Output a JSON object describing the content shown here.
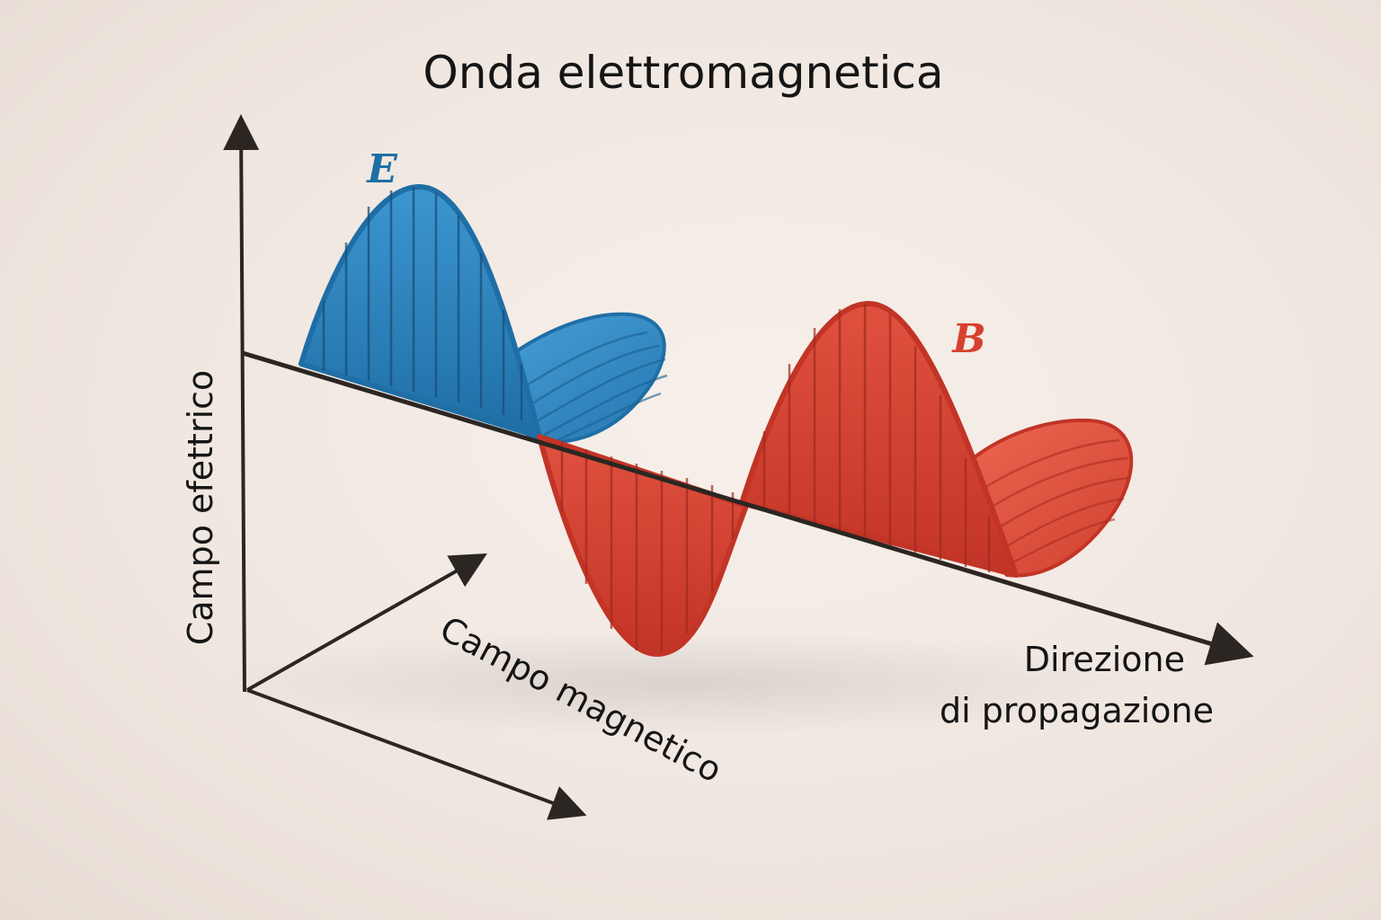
{
  "title": "Onda elettromagnetica",
  "labels": {
    "e_field": "E",
    "b_field": "B",
    "y_axis": "Campo efettrico",
    "z_axis": "Campo magnetico",
    "x_axis_line1": "Direzione",
    "x_axis_line2": "di propagazione"
  },
  "colors": {
    "e_field": "#2a7db8",
    "b_field": "#d6402f",
    "axis": "#2b2622",
    "text": "#151515"
  }
}
